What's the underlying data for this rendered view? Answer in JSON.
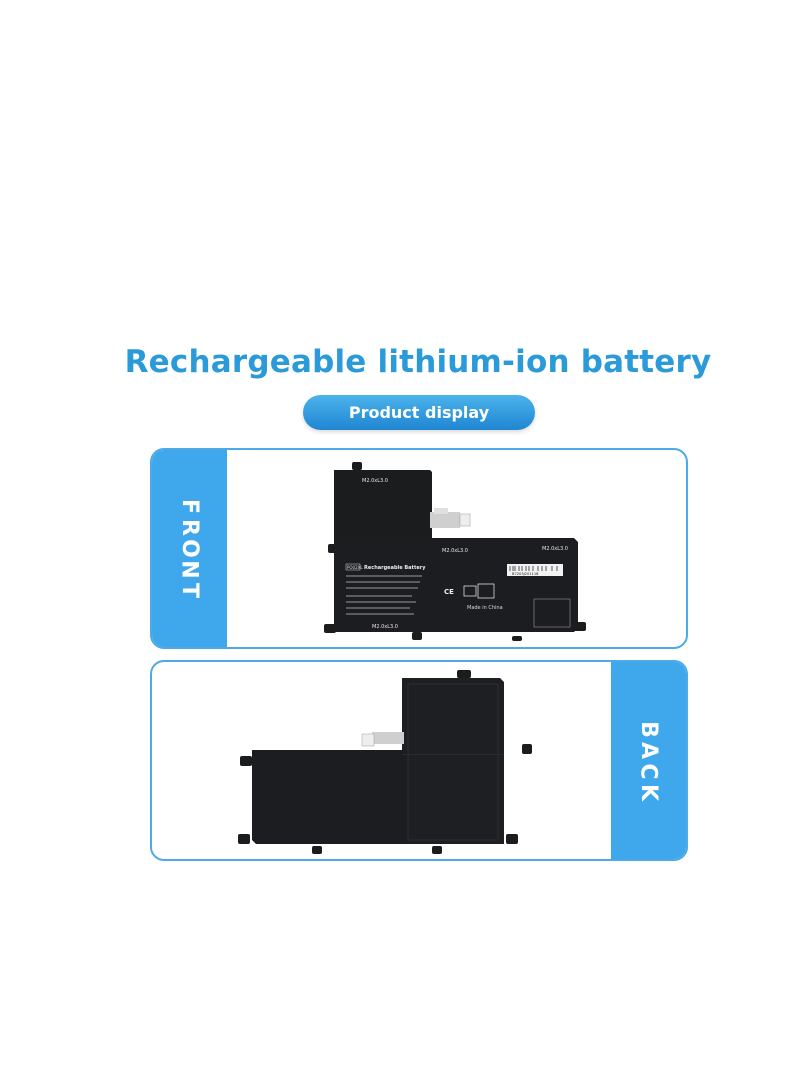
{
  "page": {
    "title": "Rechargeable lithium-ion battery",
    "subtitle_pill": "Product display"
  },
  "front": {
    "side_label": "FRONT",
    "battery": {
      "label_title": "Rechargeable Battery",
      "label_code": "PO02XL",
      "made_in": "Made in China",
      "marking_left": "M2.0xL3.0",
      "marking_mid": "M2.0xL3.0",
      "marking_right": "M2.0xL3.0",
      "marking_bottom": "M2.0xL3.0",
      "barcode_text": "B7203J201118"
    }
  },
  "back": {
    "side_label": "BACK"
  },
  "colors": {
    "accent": "#2a9ad9",
    "side_bar": "#3fa8ec",
    "panel_border": "#4da9e8",
    "battery_body": "#1b1c1e"
  }
}
